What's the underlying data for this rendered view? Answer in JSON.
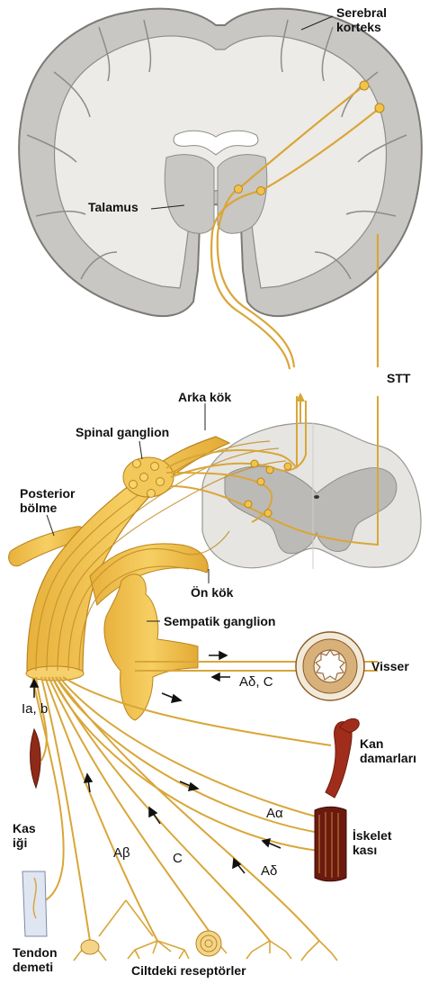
{
  "labels": {
    "cortex_line1": "Serebral",
    "cortex_line2": "korteks",
    "thalamus": "Talamus",
    "stt": "STT",
    "dorsal_root": "Arka kök",
    "spinal_ganglion": "Spinal ganglion",
    "posterior_line1": "Posterior",
    "posterior_line2": "bölme",
    "ventral_root": "Ön kök",
    "sympathetic_ganglion": "Sempatik ganglion",
    "viscera": "Visser",
    "visceral_fibers": "Aδ, C",
    "ia_ib": "Ia, b",
    "blood_vessels_line1": "Kan",
    "blood_vessels_line2": "damarları",
    "a_alpha": "Aα",
    "skeletal_line1": "İskelet",
    "skeletal_line2": "kası",
    "a_delta": "Aδ",
    "c_fiber": "C",
    "a_beta": "Aβ",
    "muscle_line1": "Kas",
    "muscle_line2": "iği",
    "tendon_line1": "Tendon",
    "tendon_line2": "demeti",
    "skin_receptors": "Ciltdeki reseptörler"
  },
  "colors": {
    "nerve": "#d9a638",
    "nerve_light": "#f3c85a",
    "cortex_gray": "#c9c7c3",
    "white_matter": "#ecebe7",
    "outline": "#7c7a76",
    "muscle": "#7a1f12",
    "vessel": "#9c2a1a"
  }
}
